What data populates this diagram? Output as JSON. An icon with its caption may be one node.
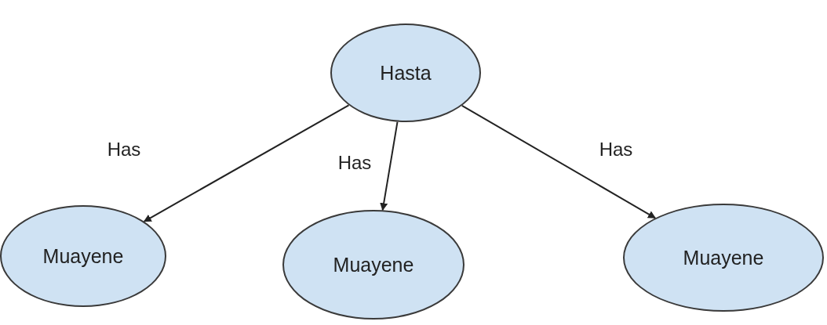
{
  "diagram": {
    "nodes": [
      {
        "text": [
          "Hasta"
        ]
      },
      {
        "text": [
          "Muayene"
        ]
      },
      {
        "text": [
          "Muayene"
        ]
      },
      {
        "text": [
          "Muayene"
        ]
      }
    ],
    "edges": [
      {
        "from": 0,
        "to": 1,
        "arrow": "to",
        "label": "Has"
      },
      {
        "from": 0,
        "to": 2,
        "arrow": "to",
        "label": "Has"
      },
      {
        "from": 0,
        "to": 3,
        "arrow": "to",
        "label": "Has"
      }
    ]
  }
}
